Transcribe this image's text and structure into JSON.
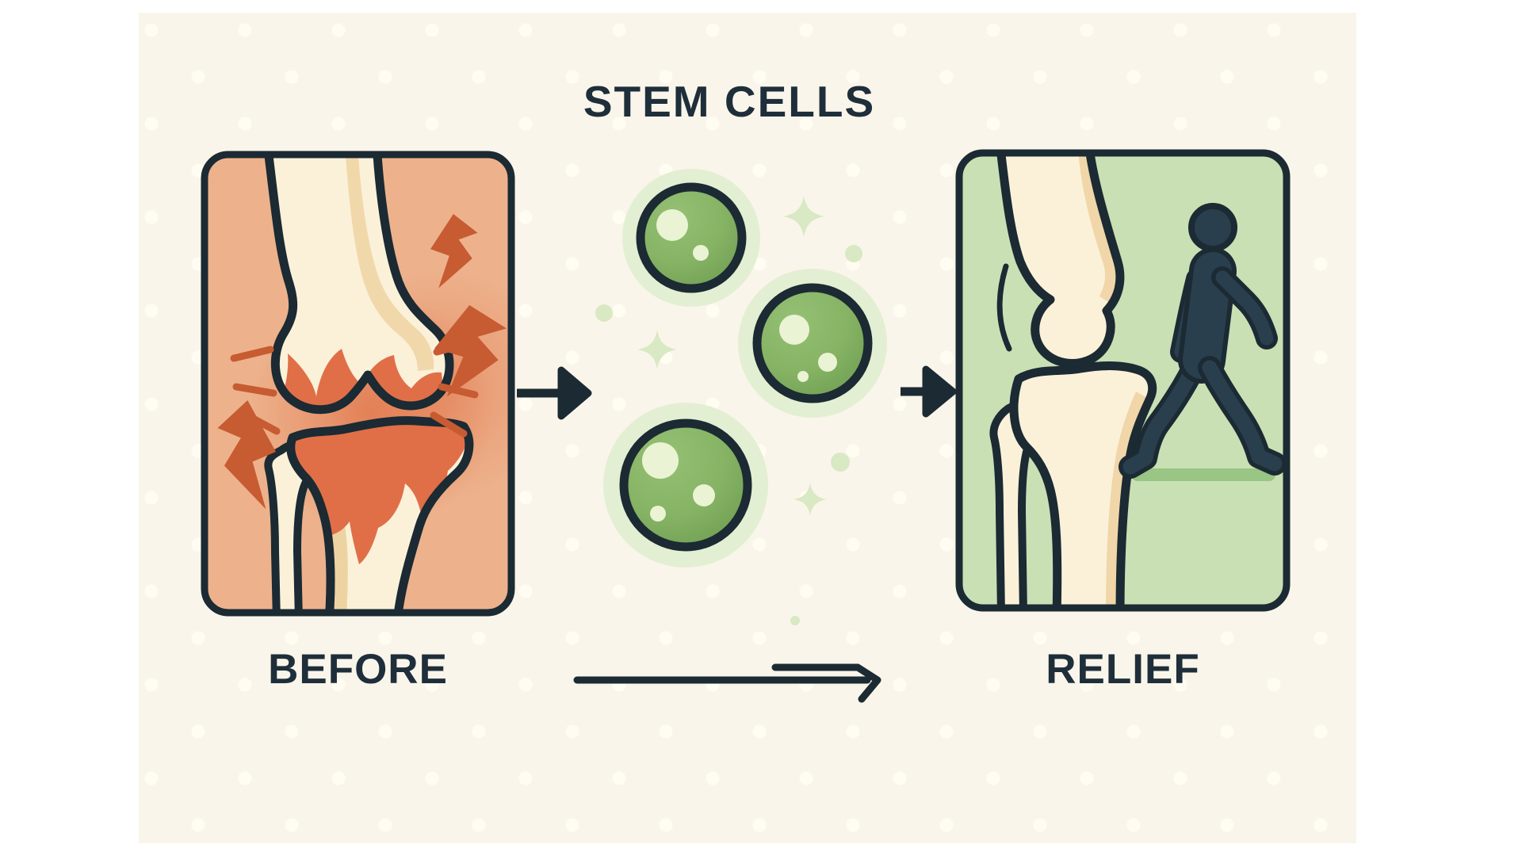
{
  "title": "STEM CELLS",
  "panels": {
    "before": {
      "label": "BEFORE"
    },
    "relief": {
      "label": "RELIEF"
    }
  },
  "colors": {
    "page_bg": "#ffffff",
    "canvas_bg": "#faf5ea",
    "canvas_dot": "#fffdf1",
    "outline": "#1b2a33",
    "text": "#1e2e3a",
    "before_bg": "#edb28c",
    "bone": "#fbf1d9",
    "bone_shade": "#eed3a2",
    "flame": "#e06f47",
    "pain": "#c75b32",
    "glow": "#df6a3f",
    "relief_bg": "#c9e0b5",
    "cell": "#86b364",
    "cell_hi": "#eaf3d3",
    "halo": "#e3efd2",
    "sparkle": "#d8e9c3",
    "person": "#2a3f4d",
    "ground": "#99c585"
  }
}
